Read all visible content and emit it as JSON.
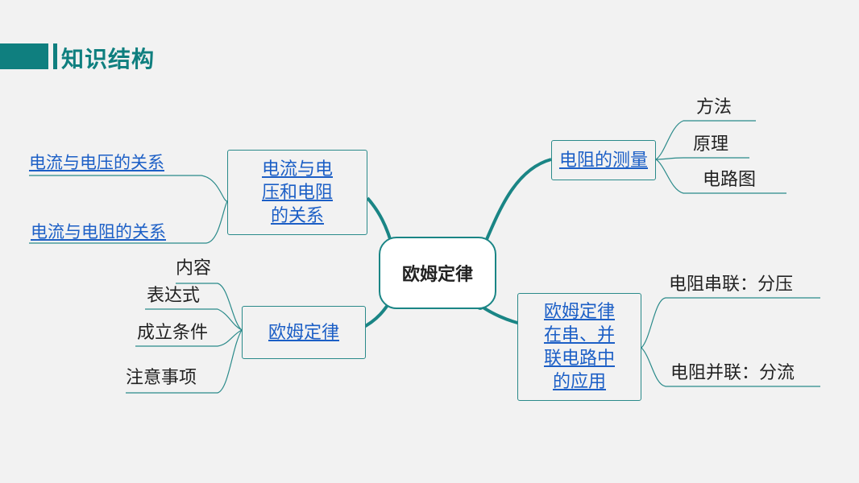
{
  "page": {
    "title": "知识结构"
  },
  "center": {
    "label": "欧姆定律"
  },
  "nodes": {
    "relation": {
      "label_lines": [
        "电流与电",
        "压和电阻",
        "的关系"
      ]
    },
    "ohm_law": {
      "label": "欧姆定律"
    },
    "measurement": {
      "label": "电阻的测量"
    },
    "application": {
      "label_lines": [
        "欧姆定律",
        "在串、并",
        "联电路中",
        "的应用"
      ]
    }
  },
  "leaves": {
    "relation": [
      "电流与电压的关系",
      "电流与电阻的关系"
    ],
    "ohm_law": [
      "内容",
      "表达式",
      "成立条件",
      "注意事项"
    ],
    "measurement": [
      "方法",
      "原理",
      "电路图"
    ],
    "application": [
      "电阻串联：分压",
      "电阻并联：分流"
    ]
  },
  "colors": {
    "accent": "#0f7f7f",
    "link": "#1c5fc6",
    "line": "#2a8a8a"
  }
}
